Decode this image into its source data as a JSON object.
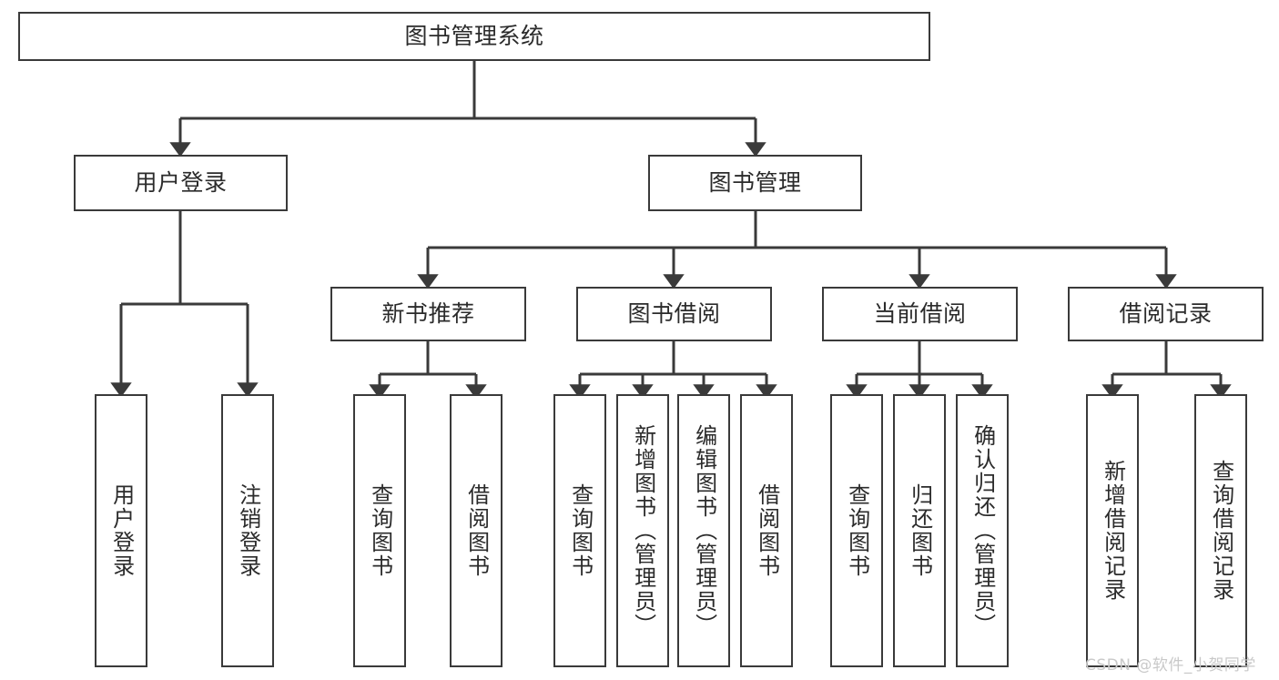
{
  "diagram": {
    "title": "图书管理系统",
    "type": "hierarchy-tree",
    "stroke_color": "#3a3a3a",
    "text_color": "#2b2b2b",
    "background_color": "#ffffff",
    "watermark": "CSDN @软件_小贺同学"
  },
  "nodes": {
    "root": {
      "label": "图书管理系统"
    },
    "level2": [
      {
        "label": "用户登录"
      },
      {
        "label": "图书管理"
      }
    ],
    "level3": [
      {
        "label": "新书推荐"
      },
      {
        "label": "图书借阅"
      },
      {
        "label": "当前借阅"
      },
      {
        "label": "借阅记录"
      }
    ],
    "leaves": {
      "user_login": [
        {
          "label": "用户登录"
        },
        {
          "label": "注销登录"
        }
      ],
      "new_book_recommend": [
        {
          "label": "查询图书"
        },
        {
          "label": "借阅图书"
        }
      ],
      "book_borrow": [
        {
          "label": "查询图书"
        },
        {
          "label": "新增图书（管理员）"
        },
        {
          "label": "编辑图书（管理员）"
        },
        {
          "label": "借阅图书"
        }
      ],
      "current_borrow": [
        {
          "label": "查询图书"
        },
        {
          "label": "归还图书"
        },
        {
          "label": "确认归还（管理员）"
        }
      ],
      "borrow_record": [
        {
          "label": "新增借阅记录"
        },
        {
          "label": "查询借阅记录"
        }
      ]
    }
  }
}
